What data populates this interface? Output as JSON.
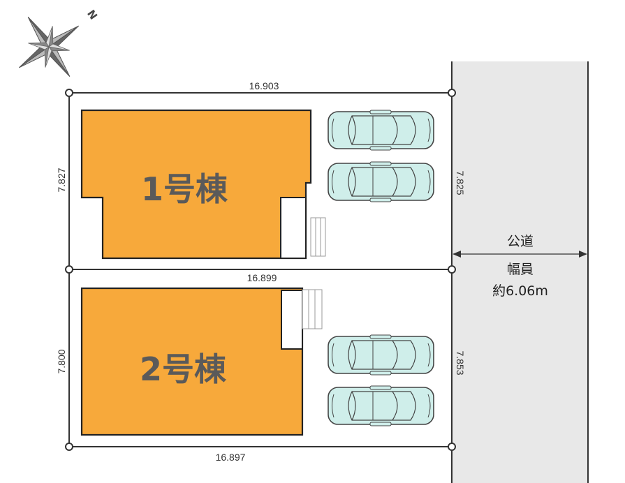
{
  "compass": {
    "north_letter": "N"
  },
  "buildings": [
    {
      "label": "1号棟",
      "color": "#F7A93B"
    },
    {
      "label": "2号棟",
      "color": "#F7A93B"
    }
  ],
  "dimensions": {
    "top": "16.903",
    "middle": "16.899",
    "bottom": "16.897",
    "left_lot1": "7.827",
    "right_lot1": "7.825",
    "left_lot2": "7.800",
    "right_lot2": "7.853"
  },
  "road": {
    "label": "公道",
    "width_label": "幅員",
    "width_value": "約6.06m",
    "color": "#e8e8e8"
  },
  "parking": {
    "car_color": "#cfeeea",
    "spaces_per_lot": 2
  }
}
